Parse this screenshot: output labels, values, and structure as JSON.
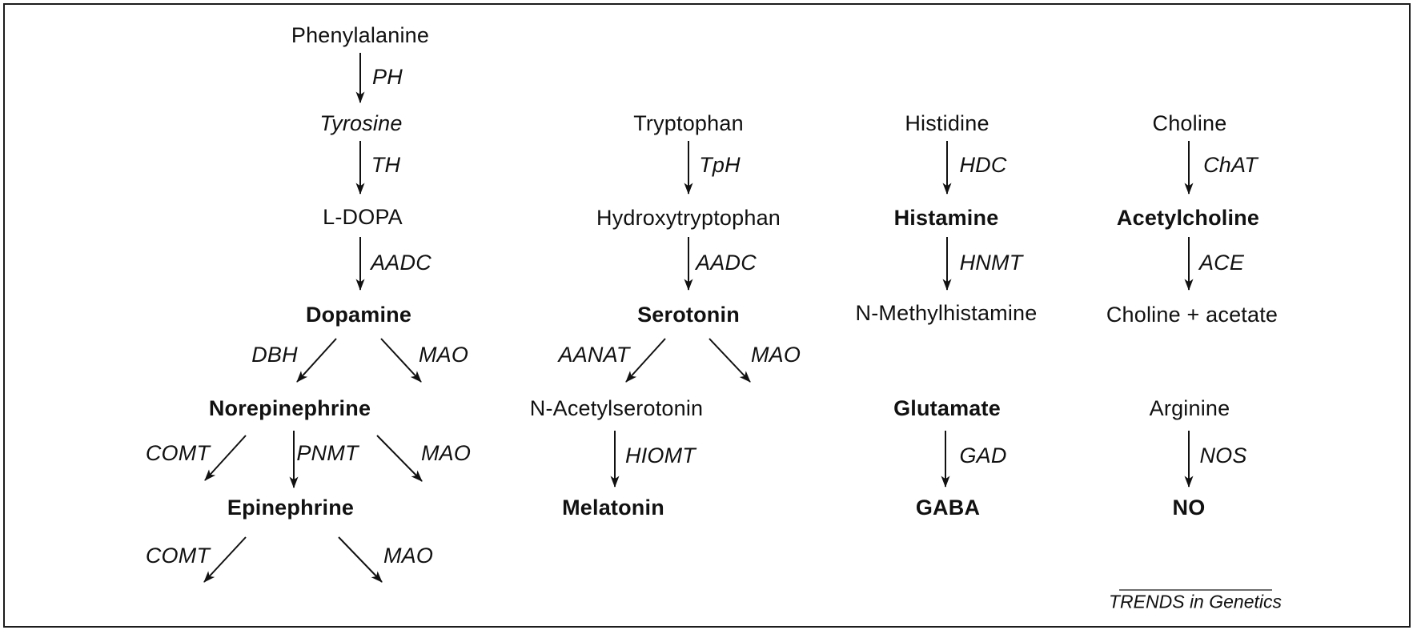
{
  "footer": {
    "credit": "TRENDS in Genetics"
  },
  "colors": {
    "text": "#111111",
    "arrow": "#111111",
    "border": "#1c1c1c",
    "rule": "#6e6e6e",
    "background": "#ffffff"
  },
  "pathways": {
    "catecholamine": {
      "metabolites": {
        "phenylalanine": "Phenylalanine",
        "tyrosine": "Tyrosine",
        "l_dopa": "L-DOPA",
        "dopamine": "Dopamine",
        "norepinephrine": "Norepinephrine",
        "epinephrine": "Epinephrine"
      },
      "enzymes": {
        "ph": "PH",
        "th": "TH",
        "aadc": "AADC",
        "dbh": "DBH",
        "mao_from_dopamine": "MAO",
        "comt_from_norepinephrine": "COMT",
        "pnmt": "PNMT",
        "mao_from_norepinephrine": "MAO",
        "comt_from_epinephrine": "COMT",
        "mao_from_epinephrine": "MAO"
      }
    },
    "serotonin_melatonin": {
      "metabolites": {
        "tryptophan": "Tryptophan",
        "hydroxytryptophan": "Hydroxytryptophan",
        "serotonin": "Serotonin",
        "n_acetylserotonin": "N-Acetylserotonin",
        "melatonin": "Melatonin"
      },
      "enzymes": {
        "tph": "TpH",
        "aadc": "AADC",
        "aanat": "AANAT",
        "mao_from_serotonin": "MAO",
        "hiomt": "HIOMT"
      }
    },
    "histamine": {
      "metabolites": {
        "histidine": "Histidine",
        "histamine": "Histamine",
        "n_methylhistamine": "N-Methylhistamine"
      },
      "enzymes": {
        "hdc": "HDC",
        "hnmt": "HNMT"
      }
    },
    "gaba": {
      "metabolites": {
        "glutamate": "Glutamate",
        "gaba": "GABA"
      },
      "enzymes": {
        "gad": "GAD"
      }
    },
    "acetylcholine": {
      "metabolites": {
        "choline": "Choline",
        "acetylcholine": "Acetylcholine",
        "choline_acetate": "Choline + acetate"
      },
      "enzymes": {
        "chat": "ChAT",
        "ace": "ACE"
      }
    },
    "nitric_oxide": {
      "metabolites": {
        "arginine": "Arginine",
        "no": "NO"
      },
      "enzymes": {
        "nos": "NOS"
      }
    }
  }
}
